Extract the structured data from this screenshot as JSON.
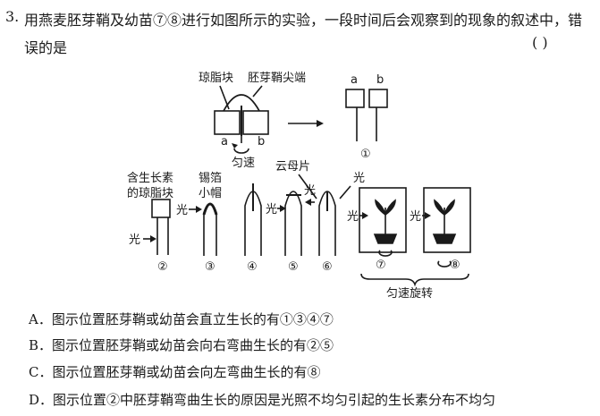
{
  "question": {
    "number": "3.",
    "text_line1": "用燕麦胚芽鞘及幼苗⑦⑧进行如图所示的实验，一段时间后会观察到的现象的叙述中，错",
    "text_line2": "误的是",
    "answer_paren": "(        )"
  },
  "figure": {
    "label_agar_block": "琼脂块",
    "label_coleoptile_tip": "胚芽鞘尖端",
    "label_a": "a",
    "label_b": "b",
    "label_a2": "a",
    "label_b2": "b",
    "label_uniform_speed": "匀速",
    "label_circle1": "①",
    "label_auxin_agar_line1": "含生长素",
    "label_auxin_agar_line2": "的琼脂块",
    "label_foil_line1": "锡箔",
    "label_foil_line2": "小帽",
    "label_mica": "云母片",
    "label_light": "光",
    "label_light_2a": "光",
    "label_light_2b": "光",
    "label_light_5": "光",
    "label_light_6": "光",
    "label_light_7": "光",
    "label_light_8": "光",
    "label_n2": "②",
    "label_n3": "③",
    "label_n4": "④",
    "label_n5": "⑤",
    "label_n6": "⑥",
    "label_n7": "⑦",
    "label_n8": "⑧",
    "label_rotate": "匀速旋转"
  },
  "options": [
    {
      "label": "A．图示位置胚芽鞘或幼苗会直立生长的有①③④⑦"
    },
    {
      "label": "B．图示位置胚芽鞘或幼苗会向右弯曲生长的有②⑤"
    },
    {
      "label": "C．图示位置胚芽鞘或幼苗会向左弯曲生长的有⑧"
    },
    {
      "label": "D．图示位置②中胚芽鞘弯曲生长的原因是光照不均匀引起的生长素分布不均匀"
    }
  ]
}
